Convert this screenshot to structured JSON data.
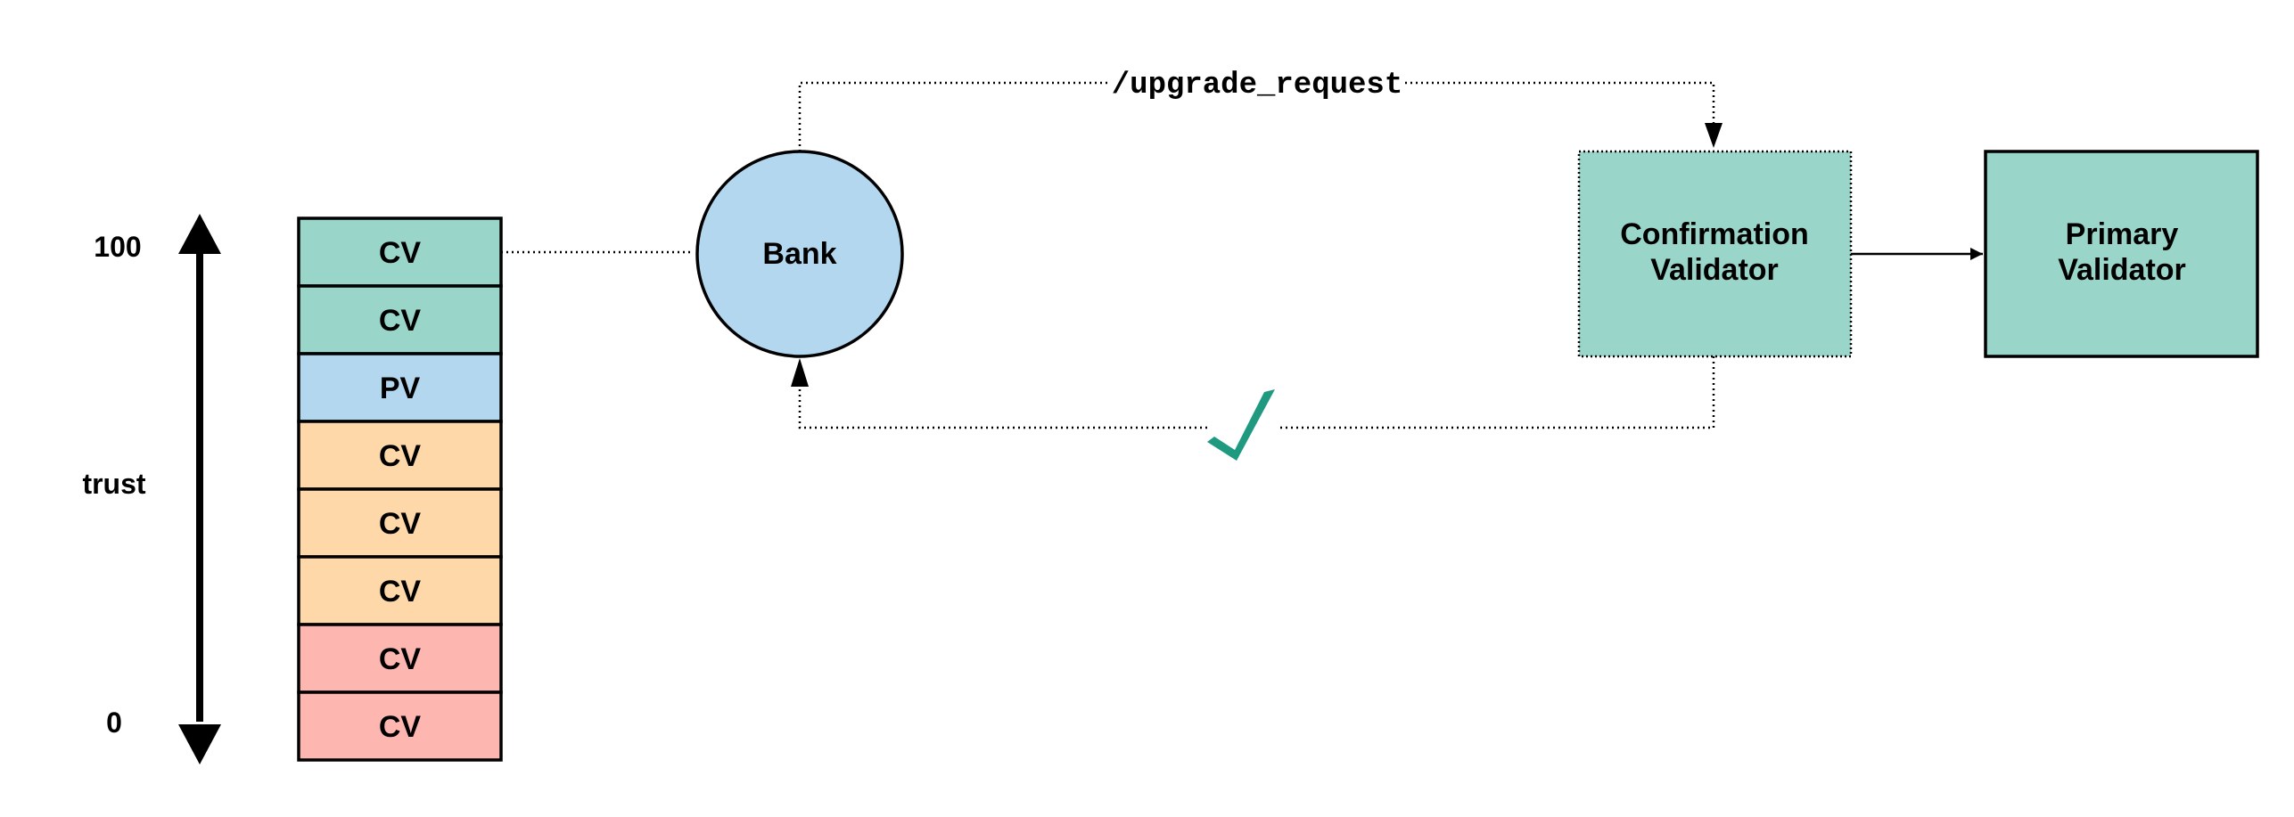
{
  "trust_scale": {
    "top_label": "100",
    "middle_label": "trust",
    "bottom_label": "0"
  },
  "stack": [
    {
      "label": "CV",
      "color": "#9ad5ca"
    },
    {
      "label": "CV",
      "color": "#9ad5ca"
    },
    {
      "label": "PV",
      "color": "#b3d7ef"
    },
    {
      "label": "CV",
      "color": "#fed8a8"
    },
    {
      "label": "CV",
      "color": "#fed8a8"
    },
    {
      "label": "CV",
      "color": "#fed8a8"
    },
    {
      "label": "CV",
      "color": "#feb7b0"
    },
    {
      "label": "CV",
      "color": "#feb7b0"
    }
  ],
  "bank": {
    "label": "Bank",
    "color": "#b3d7ef"
  },
  "confirmation_validator": {
    "line1": "Confirmation",
    "line2": "Validator",
    "color": "#9ad5ca"
  },
  "primary_validator": {
    "line1": "Primary",
    "line2": "Validator",
    "color": "#9ad5ca"
  },
  "request": {
    "label": "/upgrade_request"
  },
  "response": {
    "icon": "check-icon",
    "color": "#1f9a80"
  }
}
